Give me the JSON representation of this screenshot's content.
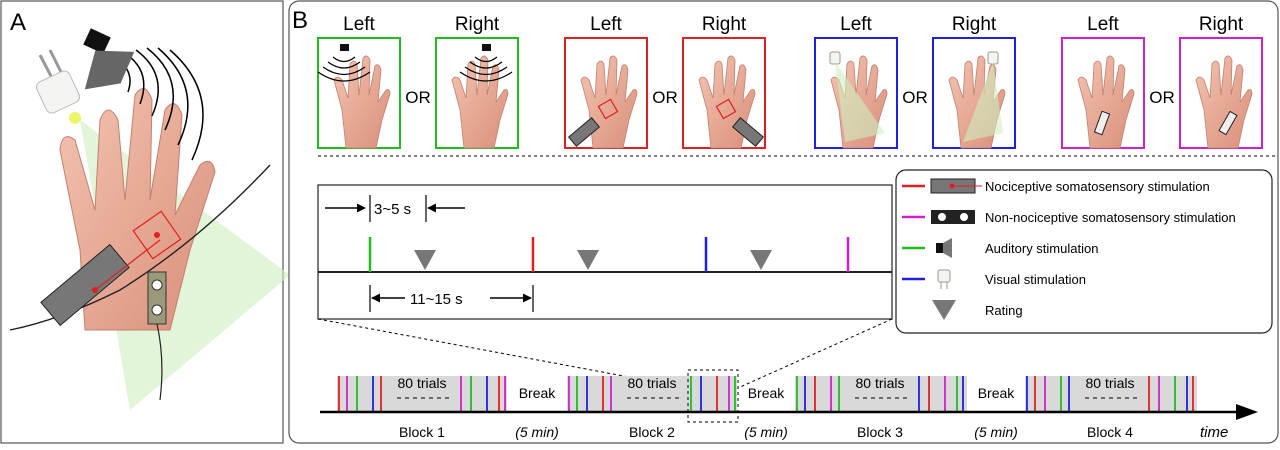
{
  "panel_a": {
    "letter": "A"
  },
  "panel_b": {
    "letter": "B",
    "or_label": "OR",
    "stimulus_pairs": [
      {
        "type": "auditory",
        "left_label": "Left",
        "right_label": "Right",
        "color": "#22bb22"
      },
      {
        "type": "nociceptive",
        "left_label": "Left",
        "right_label": "Right",
        "color": "#e02020"
      },
      {
        "type": "visual",
        "left_label": "Left",
        "right_label": "Right",
        "color": "#2020e0"
      },
      {
        "type": "non-nociceptive",
        "left_label": "Left",
        "right_label": "Right",
        "color": "#cc22cc"
      }
    ],
    "trial": {
      "isi_label": "3~5 s",
      "iti_label": "11~15 s",
      "stim_sequence": [
        "auditory",
        "nociceptive",
        "visual",
        "non-nociceptive"
      ]
    },
    "legend": {
      "items": [
        {
          "label": "Nociceptive somatosensory stimulation",
          "color": "#e02020",
          "icon": "nociceptive-probe-icon"
        },
        {
          "label": "Non-nociceptive somatosensory stimulation",
          "color": "#cc22cc",
          "icon": "electrode-icon"
        },
        {
          "label": "Auditory stimulation",
          "color": "#22bb22",
          "icon": "speaker-icon"
        },
        {
          "label": "Visual stimulation",
          "color": "#2020e0",
          "icon": "led-icon"
        },
        {
          "label": "Rating",
          "color": "#777777",
          "icon": "rating-triangle-icon"
        }
      ]
    },
    "timeline": {
      "blocks": [
        {
          "label": "Block 1",
          "trials": "80 trials"
        },
        {
          "label": "Block 2",
          "trials": "80 trials"
        },
        {
          "label": "Block 3",
          "trials": "80 trials"
        },
        {
          "label": "Block 4",
          "trials": "80 trials"
        }
      ],
      "break_label": "Break",
      "break_duration": "(5 min)",
      "axis_label": "time"
    }
  },
  "colors": {
    "auditory": "#22bb22",
    "nociceptive": "#e02020",
    "visual": "#2020e0",
    "non_nociceptive": "#cc22cc",
    "rating": "#777777",
    "block_fill": "#d9d9d9"
  }
}
